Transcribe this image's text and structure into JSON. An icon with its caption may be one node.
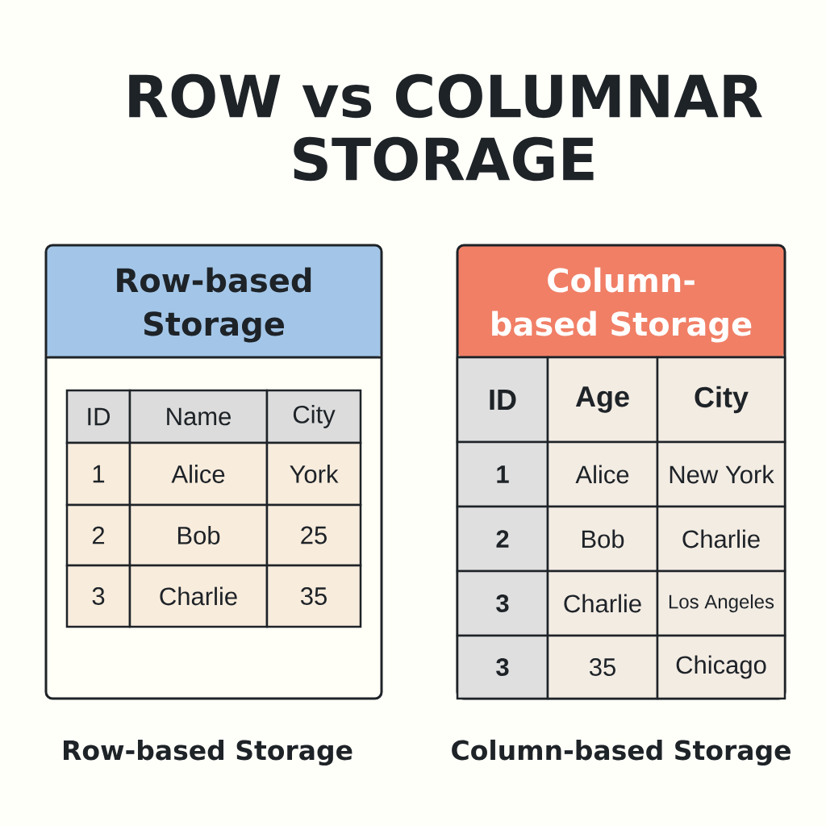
{
  "diagram": {
    "title": "ROW vs COLUMNAR STORAGE",
    "nodes": [
      {
        "text": [
          "Row-based Storage"
        ],
        "beside": [
          "Row-based Storage"
        ]
      },
      {
        "text": [
          "Column-based Storage"
        ],
        "beside": [
          "Column-based Storage"
        ]
      }
    ],
    "labels": [
      "ID",
      "Name",
      "City",
      "1",
      "Alice",
      "York",
      "2",
      "Bob",
      "25",
      "3",
      "Charlie",
      "35",
      "ID",
      "Age",
      "City",
      "1",
      "Alice",
      "New York",
      "2",
      "Bob",
      "Charlie",
      "3",
      "Charlie",
      "Los Angeles",
      "3",
      "35",
      "Chicago"
    ]
  }
}
